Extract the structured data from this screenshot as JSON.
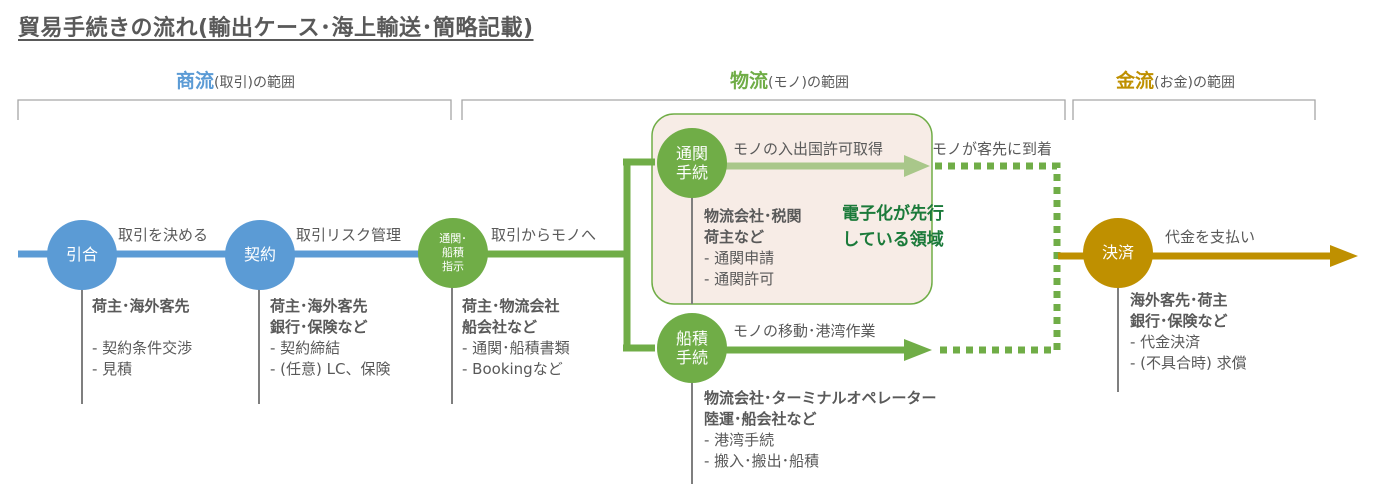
{
  "title": "貿易手続きの流れ(輸出ケース･海上輸送･簡略記載)",
  "colors": {
    "blue": "#5b9bd5",
    "green": "#70ad47",
    "gold": "#bf9000",
    "light_green": "#a9c78a",
    "highlight_fill": "#f7ece6",
    "highlight_border": "#70ad47",
    "callout_text": "#1b7a3a"
  },
  "zones": [
    {
      "id": "shoryu",
      "highlight": "商流",
      "suffix": "(取引)の範囲",
      "color": "#5b9bd5"
    },
    {
      "id": "butsuryu",
      "highlight": "物流",
      "suffix": "(モノ)の範囲",
      "color": "#70ad47"
    },
    {
      "id": "kinryu",
      "highlight": "金流",
      "suffix": "(お金)の範囲",
      "color": "#bf9000"
    }
  ],
  "nodes": [
    {
      "id": "inquiry",
      "label": "引合",
      "color": "blue"
    },
    {
      "id": "contract",
      "label": "契約",
      "color": "blue"
    },
    {
      "id": "shipping-instruction",
      "label": "通関･\n船積\n指示",
      "color": "green"
    },
    {
      "id": "customs",
      "label": "通関\n手続",
      "color": "green"
    },
    {
      "id": "loading",
      "label": "船積\n手続",
      "color": "green"
    },
    {
      "id": "settlement",
      "label": "決済",
      "color": "gold"
    }
  ],
  "arrow_labels": {
    "inquiry_to_contract": "取引を決める",
    "contract_to_instruction": "取引リスク管理",
    "instruction_onward": "取引からモノへ",
    "customs": "モノの入出国許可取得",
    "arrival": "モノが客先に到着",
    "loading": "モノの移動･港湾作業",
    "settlement": "代金を支払い"
  },
  "callout": {
    "line1": "電子化が先行",
    "line2": "している領域"
  },
  "info": {
    "inquiry": {
      "bold": [
        "荷主･海外客先"
      ],
      "items": [
        "- 契約条件交渉",
        "- 見積"
      ]
    },
    "contract": {
      "bold": [
        "荷主･海外客先",
        "銀行･保険など"
      ],
      "items": [
        "- 契約締結",
        "- (任意) LC、保険"
      ]
    },
    "instruction": {
      "bold": [
        "荷主･物流会社",
        "船会社など"
      ],
      "items": [
        "- 通関･船積書類",
        "- Bookingなど"
      ]
    },
    "customs": {
      "bold": [
        "物流会社･税関",
        "荷主など"
      ],
      "items": [
        "- 通関申請",
        "- 通関許可"
      ]
    },
    "loading": {
      "bold": [
        "物流会社･ターミナルオペレーター",
        "陸運･船会社など"
      ],
      "items": [
        "- 港湾手続",
        "- 搬入･搬出･船積"
      ]
    },
    "settlement": {
      "bold": [
        "海外客先･荷主",
        "銀行･保険など"
      ],
      "items": [
        "- 代金決済",
        "- (不具合時) 求償"
      ]
    }
  }
}
